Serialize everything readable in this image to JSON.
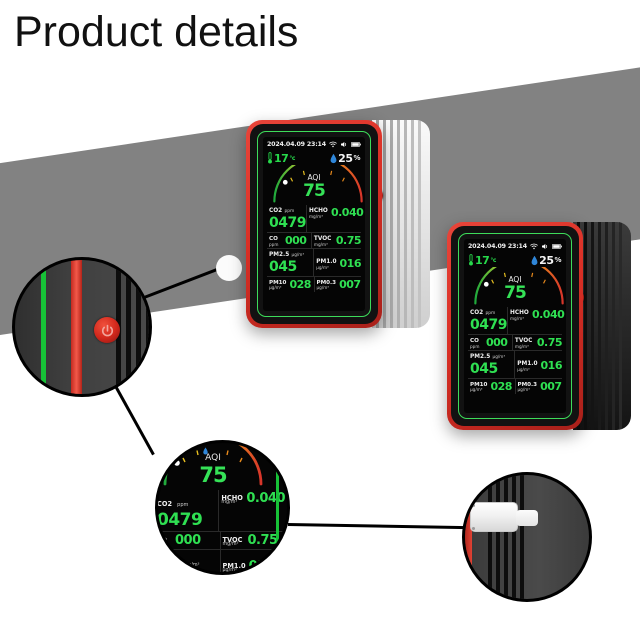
{
  "page": {
    "title": "Product details",
    "background_color": "#ffffff",
    "band_color": "#828282"
  },
  "colors": {
    "bezel_red": "#d92f25",
    "frame_green": "#3ddc5a",
    "display_green": "#2fe052",
    "screen_black": "#050505",
    "power_button_red": "#d3281c",
    "humidity_blue": "#2f86d8"
  },
  "display": {
    "status_bar": {
      "datetime": "2024.04.09 23:14",
      "icons": [
        "wifi-icon",
        "sound-icon",
        "battery-icon"
      ]
    },
    "temperature": {
      "icon": "thermometer-icon",
      "value": "17",
      "unit": "°c"
    },
    "humidity": {
      "icon": "water-drop-icon",
      "value": "25",
      "unit": "%"
    },
    "aqi": {
      "label": "AQI",
      "value": "75",
      "gauge_colors": [
        "#1faa3c",
        "#a8c933",
        "#e8c020",
        "#e88a1c",
        "#d8352a"
      ],
      "marker_position_pct": 18
    },
    "readings": [
      {
        "name": "CO2",
        "unit": "ppm",
        "value": "0479",
        "layout": "stacked"
      },
      {
        "name": "HCHO",
        "unit": "mg/m³",
        "value": "0.040",
        "layout": "inline"
      },
      {
        "name": "CO",
        "unit": "ppm",
        "value": "000",
        "layout": "inline"
      },
      {
        "name": "TVOC",
        "unit": "mg/m³",
        "value": "0.75",
        "layout": "inline"
      },
      {
        "name": "PM2.5",
        "unit": "µg/m³",
        "value": "045",
        "layout": "stacked"
      },
      {
        "name": "PM1.0",
        "unit": "µg/m³",
        "value": "016",
        "layout": "inline"
      },
      {
        "name": "PM10",
        "unit": "µg/m³",
        "value": "028",
        "layout": "inline"
      },
      {
        "name": "PM0.3",
        "unit": "µg/m³",
        "value": "007",
        "layout": "inline"
      }
    ]
  },
  "devices": [
    {
      "id": "white-unit",
      "side_color": "white",
      "label": "air-quality-monitor-white"
    },
    {
      "id": "black-unit",
      "side_color": "black",
      "label": "air-quality-monitor-black"
    }
  ],
  "callouts": [
    {
      "id": "power-button-detail",
      "shows": "power-button",
      "icon": "power-icon"
    },
    {
      "id": "screen-detail",
      "shows": "display-closeup"
    },
    {
      "id": "usb-port-detail",
      "shows": "usb-c-cable-connected"
    }
  ]
}
